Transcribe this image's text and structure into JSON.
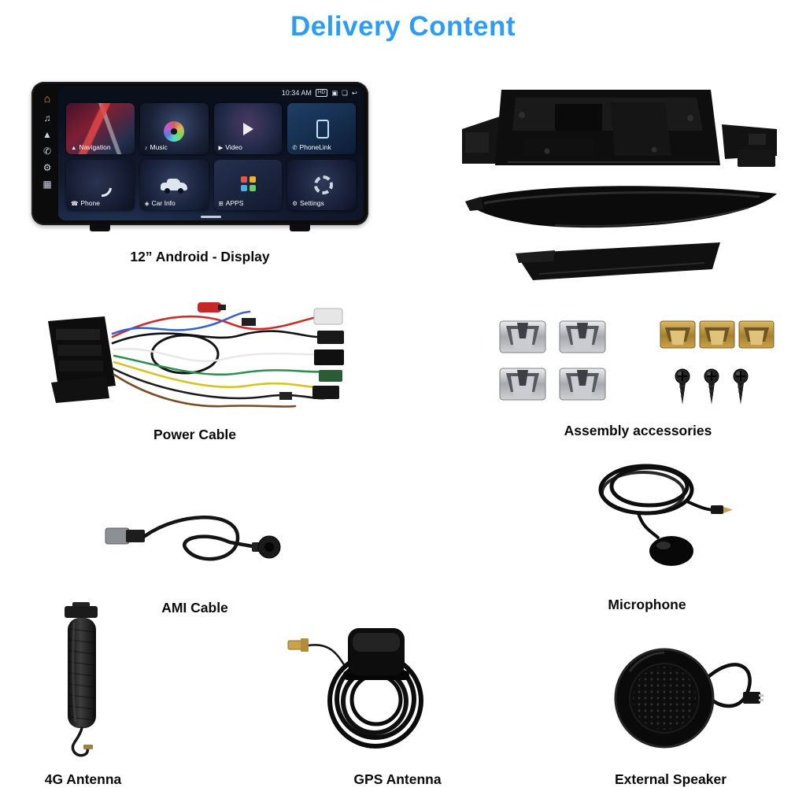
{
  "page": {
    "title": "Delivery Content",
    "title_color": "#2d9cf4",
    "background": "#ffffff"
  },
  "captions": {
    "display": "12” Android - Display",
    "power_cable": "Power Cable",
    "assembly": "Assembly accessories",
    "ami_cable": "AMI Cable",
    "microphone": "Microphone",
    "antenna_4g": "4G Antenna",
    "gps_antenna": "GPS Antenna",
    "external_speaker": "External Speaker"
  },
  "head_unit": {
    "status": {
      "time": "10:34 AM",
      "hd_badge": "HD",
      "icons": [
        {
          "name": "screenshot-icon",
          "glyph": "▣"
        },
        {
          "name": "window-icon",
          "glyph": "❏"
        },
        {
          "name": "back-icon",
          "glyph": "↩"
        }
      ]
    },
    "sidebar_icons": [
      {
        "name": "home-icon",
        "glyph": "⌂"
      },
      {
        "name": "music-icon",
        "glyph": "♫"
      },
      {
        "name": "navigation-icon",
        "glyph": "▲"
      },
      {
        "name": "phone-icon",
        "glyph": "✆"
      },
      {
        "name": "settings-icon",
        "glyph": "⚙"
      },
      {
        "name": "apps-icon",
        "glyph": "▦"
      }
    ],
    "apps": [
      {
        "label": "Navigation",
        "icon": "▲"
      },
      {
        "label": "Music",
        "icon": "♪"
      },
      {
        "label": "Video",
        "icon": "▶"
      },
      {
        "label": "PhoneLink",
        "icon": "✆"
      },
      {
        "label": "Phone",
        "icon": "☎"
      },
      {
        "label": "Car Info",
        "icon": "◈"
      },
      {
        "label": "APPS",
        "icon": "⊞"
      },
      {
        "label": "Settings",
        "icon": "⚙"
      }
    ]
  }
}
